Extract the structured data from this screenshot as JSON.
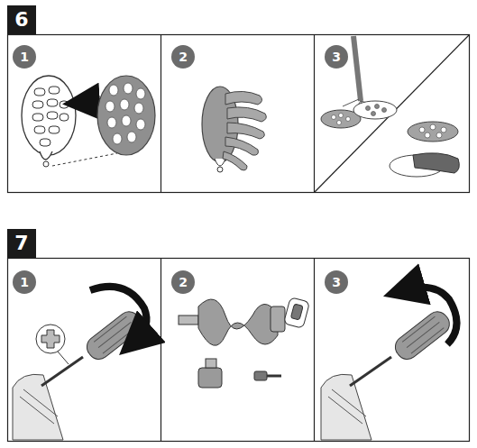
{
  "diagram": {
    "nodes": [
      {
        "text": [
          "6"
        ]
      },
      {
        "text": [
          "1"
        ]
      },
      {
        "text": [
          "2"
        ]
      },
      {
        "text": [
          "3"
        ]
      },
      {
        "text": [
          "7"
        ]
      },
      {
        "text": [
          "1"
        ]
      },
      {
        "text": [
          "2"
        ]
      },
      {
        "text": [
          "3"
        ]
      }
    ]
  }
}
